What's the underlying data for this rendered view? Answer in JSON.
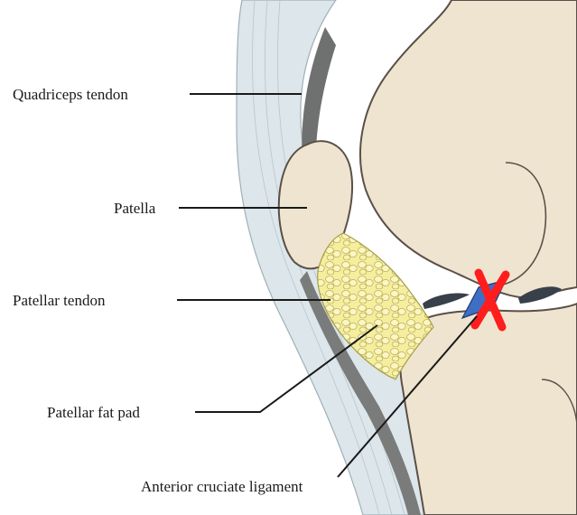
{
  "labels": {
    "quadriceps_tendon": "Quadriceps tendon",
    "patella": "Patella",
    "patellar_tendon": "Patellar tendon",
    "patellar_fat_pad": "Patellar fat pad",
    "anterior_cruciate_ligament": "Anterior cruciate ligament"
  },
  "colors": {
    "bone": "#efe4d0",
    "tendon_light": "#dde6ea",
    "tendon_dark": "#6f7070",
    "fat_pad": "#f3eda0",
    "meniscus": "#38404a",
    "acl": "#3f6fc4",
    "tear_mark": "#ff1d1d"
  }
}
